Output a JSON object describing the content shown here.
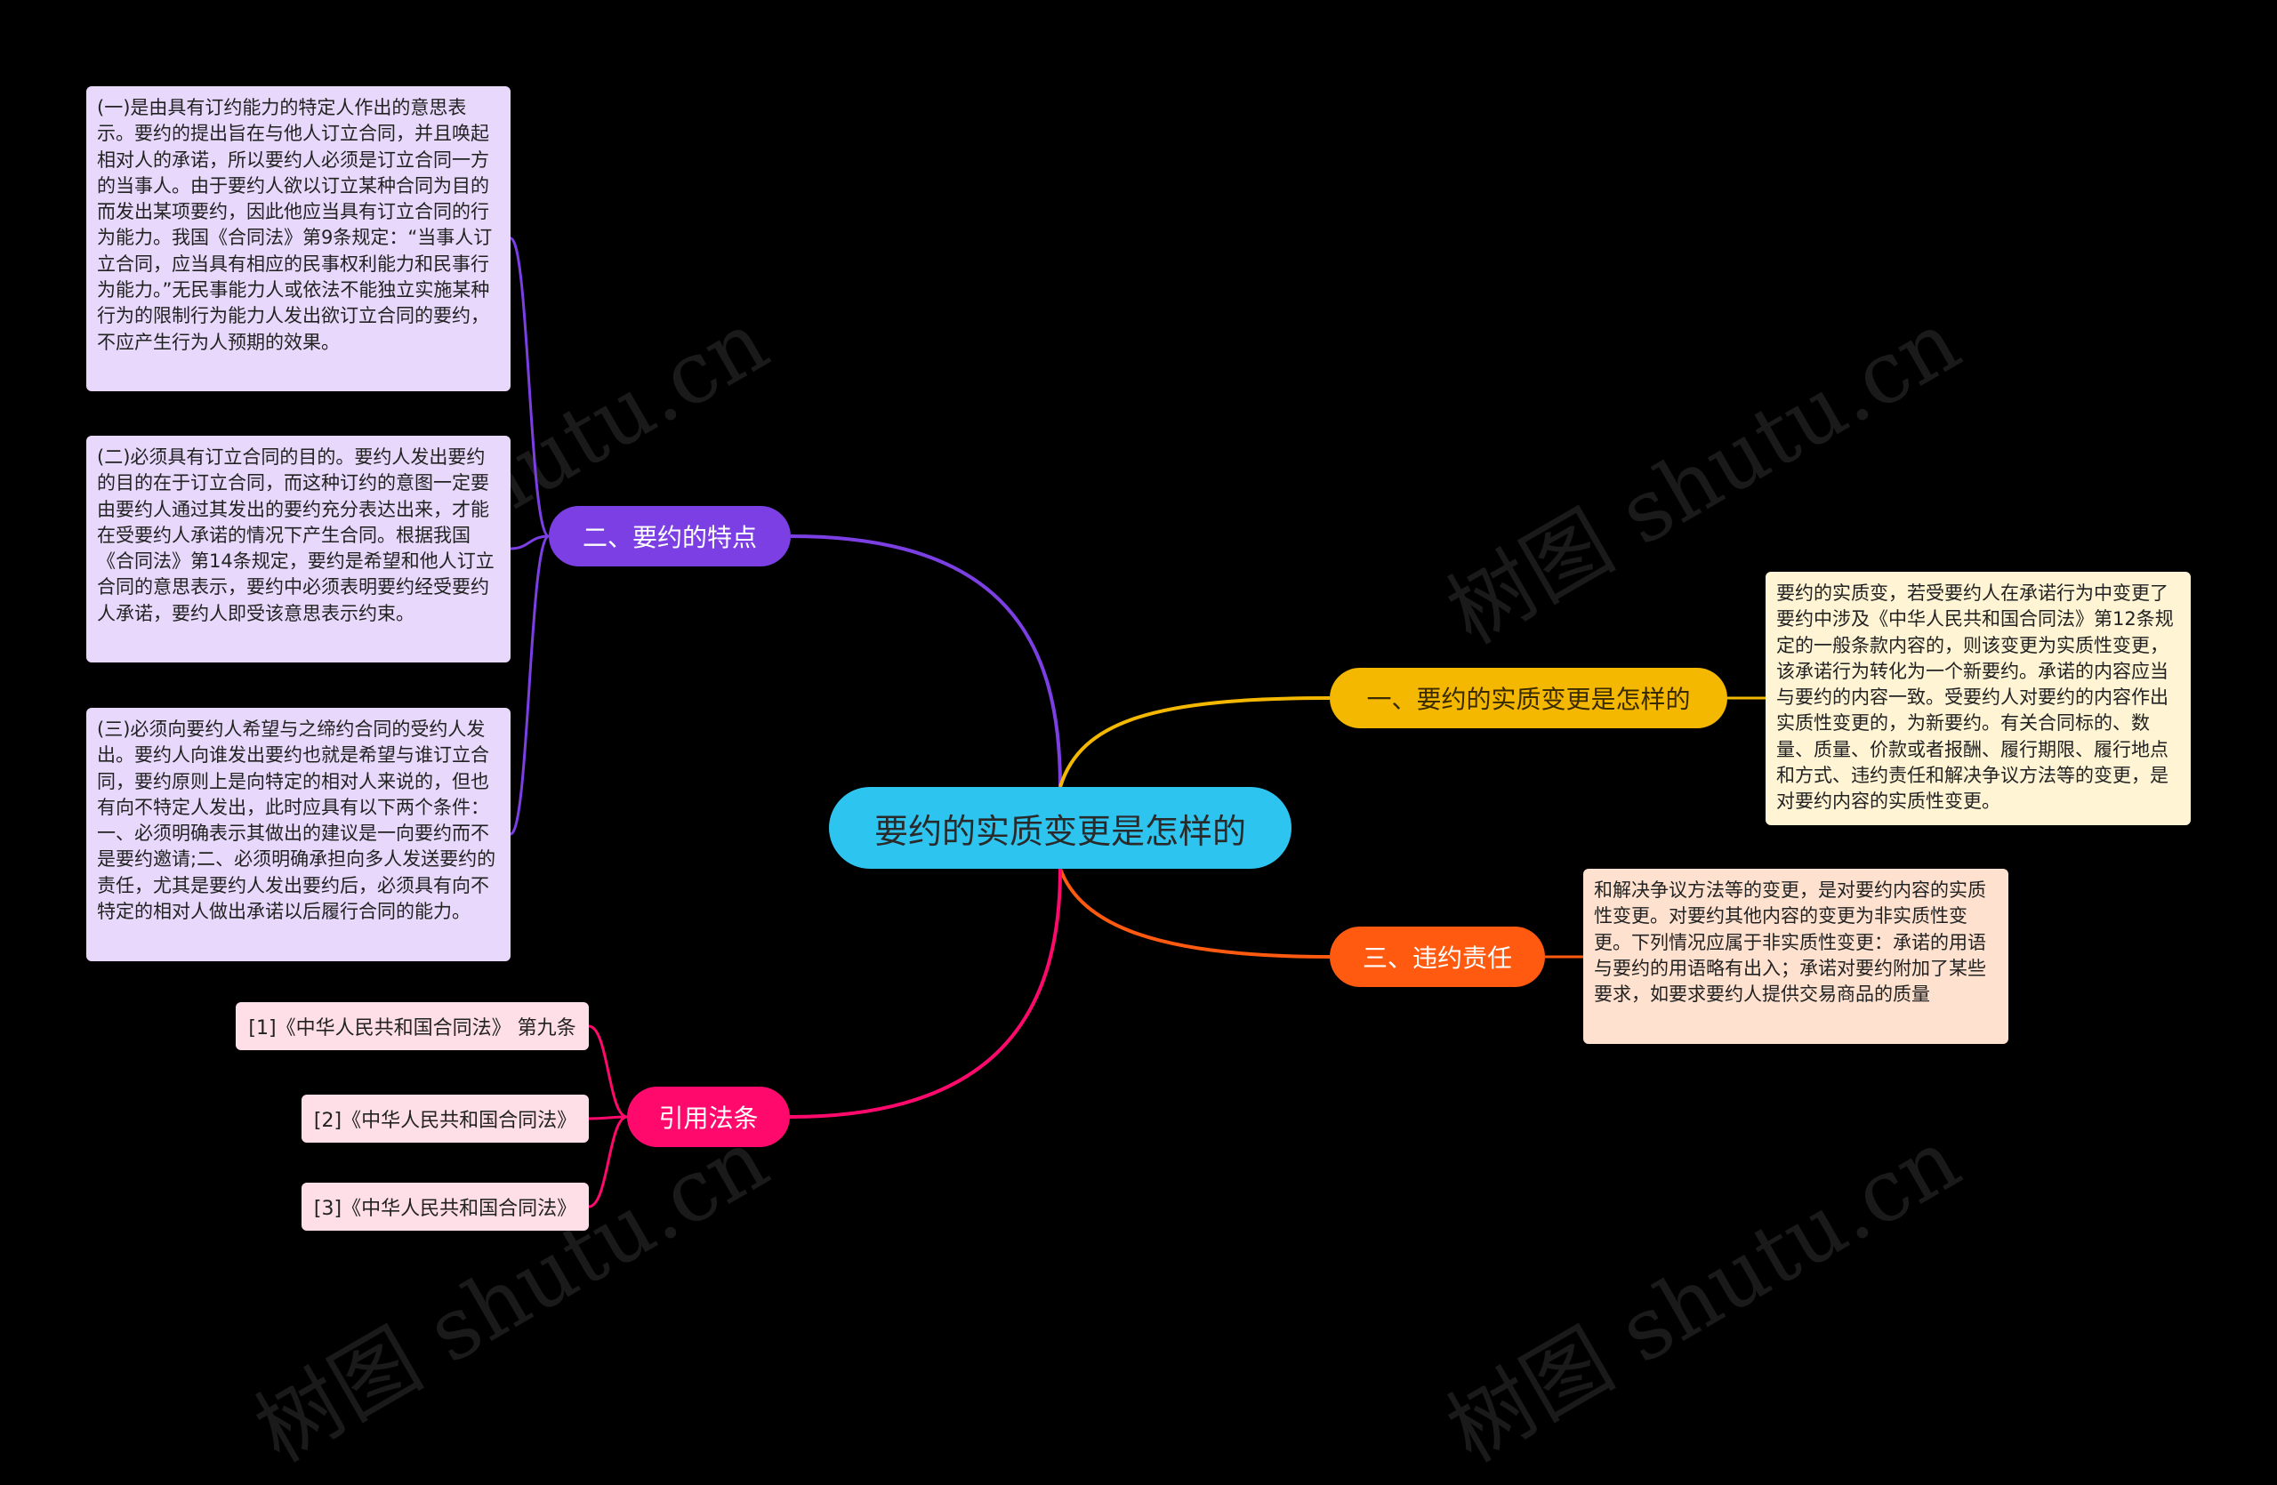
{
  "colors": {
    "background": "#000000",
    "center": "#2ec4f0",
    "branch_1": "#f5b800",
    "branch_2": "#7b3fe4",
    "branch_3": "#ff5a0f",
    "branch_4": "#ff0a6c"
  },
  "watermark": "树图 shutu.cn",
  "center": {
    "label": "要约的实质变更是怎样的"
  },
  "branches": {
    "b1": {
      "label": "一、要约的实质变更是怎样的",
      "detail": "要约的实质变，若受要约人在承诺行为中变更了要约中涉及《中华人民共和国合同法》第12条规定的一般条款内容的，则该变更为实质性变更，该承诺行为转化为一个新要约。承诺的内容应当与要约的内容一致。受要约人对要约的内容作出实质性变更的，为新要约。有关合同标的、数量、质量、价款或者报酬、履行期限、履行地点和方式、违约责任和解决争议方法等的变更，是对要约内容的实质性变更。"
    },
    "b2": {
      "label": "二、要约的特点",
      "details": [
        "(一)是由具有订约能力的特定人作出的意思表示。要约的提出旨在与他人订立合同，并且唤起相对人的承诺，所以要约人必须是订立合同一方的当事人。由于要约人欲以订立某种合同为目的而发出某项要约，因此他应当具有订立合同的行为能力。我国《合同法》第9条规定：“当事人订立合同，应当具有相应的民事权利能力和民事行为能力。”无民事能力人或依法不能独立实施某种行为的限制行为能力人发出欲订立合同的要约，不应产生行为人预期的效果。",
        "(二)必须具有订立合同的目的。要约人发出要约的目的在于订立合同，而这种订约的意图一定要由要约人通过其发出的要约充分表达出来，才能在受要约人承诺的情况下产生合同。根据我国《合同法》第14条规定，要约是希望和他人订立合同的意思表示，要约中必须表明要约经受要约人承诺，要约人即受该意思表示约束。",
        "(三)必须向要约人希望与之缔约合同的受约人发出。要约人向谁发出要约也就是希望与谁订立合同，要约原则上是向特定的相对人来说的，但也有向不特定人发出，此时应具有以下两个条件：一、必须明确表示其做出的建议是一向要约而不是要约邀请;二、必须明确承担向多人发送要约的责任，尤其是要约人发出要约后，必须具有向不特定的相对人做出承诺以后履行合同的能力。"
      ]
    },
    "b3": {
      "label": "三、违约责任",
      "detail": "和解决争议方法等的变更，是对要约内容的实质性变更。对要约其他内容的变更为非实质性变更。下列情况应属于非实质性变更：承诺的用语与要约的用语略有出入；承诺对要约附加了某些要求，如要求要约人提供交易商品的质量"
    },
    "b4": {
      "label": "引用法条",
      "refs": [
        "[1]《中华人民共和国合同法》 第九条",
        "[2]《中华人民共和国合同法》",
        "[3]《中华人民共和国合同法》"
      ]
    }
  }
}
